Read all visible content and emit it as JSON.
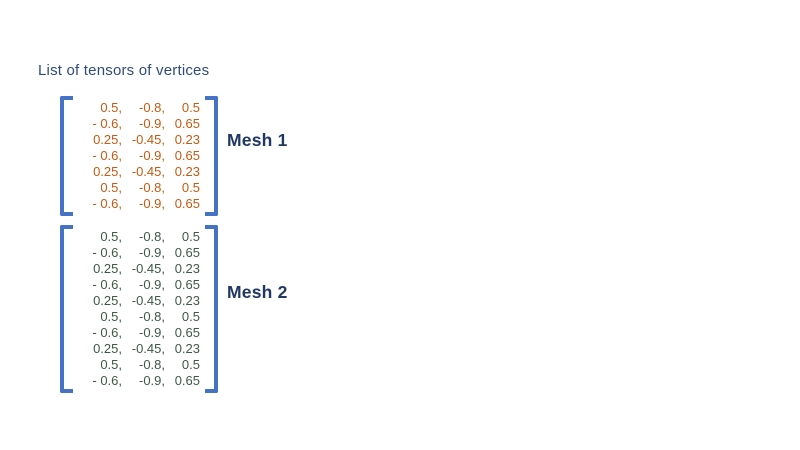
{
  "title": "List of tensors of vertices",
  "colors": {
    "background": "#FFFFFF",
    "title": "#2F4B7C",
    "bracket": "#4472C4",
    "mesh1_values": "#C55A11",
    "mesh2_values": "#3D5A45",
    "mesh_label": "#1F3864"
  },
  "meshes": [
    {
      "label": "Mesh 1",
      "rows": [
        [
          "0.5,",
          "-0.8,",
          "0.5"
        ],
        [
          "- 0.6,",
          "-0.9,",
          "0.65"
        ],
        [
          "0.25,",
          "-0.45,",
          "0.23"
        ],
        [
          "- 0.6,",
          "-0.9,",
          "0.65"
        ],
        [
          "0.25,",
          "-0.45,",
          "0.23"
        ],
        [
          "0.5,",
          "-0.8,",
          "0.5"
        ],
        [
          "- 0.6,",
          "-0.9,",
          "0.65"
        ]
      ]
    },
    {
      "label": "Mesh 2",
      "rows": [
        [
          "0.5,",
          "-0.8,",
          "0.5"
        ],
        [
          "- 0.6,",
          "-0.9,",
          "0.65"
        ],
        [
          "0.25,",
          "-0.45,",
          "0.23"
        ],
        [
          "- 0.6,",
          "-0.9,",
          "0.65"
        ],
        [
          "0.25,",
          "-0.45,",
          "0.23"
        ],
        [
          "0.5,",
          "-0.8,",
          "0.5"
        ],
        [
          "- 0.6,",
          "-0.9,",
          "0.65"
        ],
        [
          "0.25,",
          "-0.45,",
          "0.23"
        ],
        [
          "0.5,",
          "-0.8,",
          "0.5"
        ],
        [
          "- 0.6,",
          "-0.9,",
          "0.65"
        ]
      ]
    }
  ]
}
